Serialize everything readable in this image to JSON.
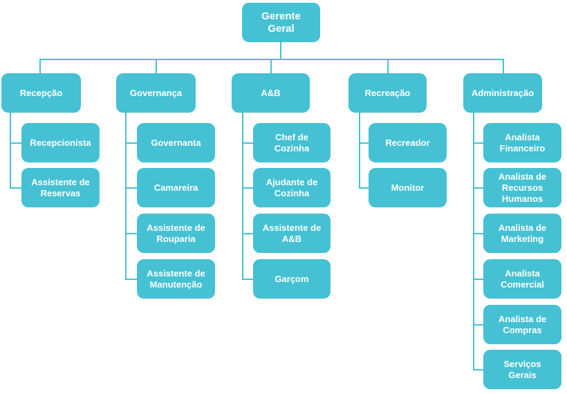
{
  "root": {
    "label": "Gerente\nGeral"
  },
  "departments": [
    {
      "label": "Recepção",
      "children": [
        "Recepcionista",
        "Assistente de\nReservas"
      ]
    },
    {
      "label": "Governança",
      "children": [
        "Governanta",
        "Camareira",
        "Assistente de\nRouparia",
        "Assistente de\nManutenção"
      ]
    },
    {
      "label": "A&B",
      "children": [
        "Chef de\nCozinha",
        "Ajudante de\nCozinha",
        "Assistente de\nA&B",
        "Garçom"
      ]
    },
    {
      "label": "Recreação",
      "children": [
        "Recreador",
        "Monitor"
      ]
    },
    {
      "label": "Administração",
      "children": [
        "Analista\nFinanceiro",
        "Analista de\nRecursos\nHumanos",
        "Analista de\nMarketing",
        "Analista\nComercial",
        "Analista de\nCompras",
        "Serviços\nGerais"
      ]
    }
  ],
  "colors": {
    "node": "#45c1d3",
    "line": "#45c1d3",
    "text": "#ffffff"
  }
}
